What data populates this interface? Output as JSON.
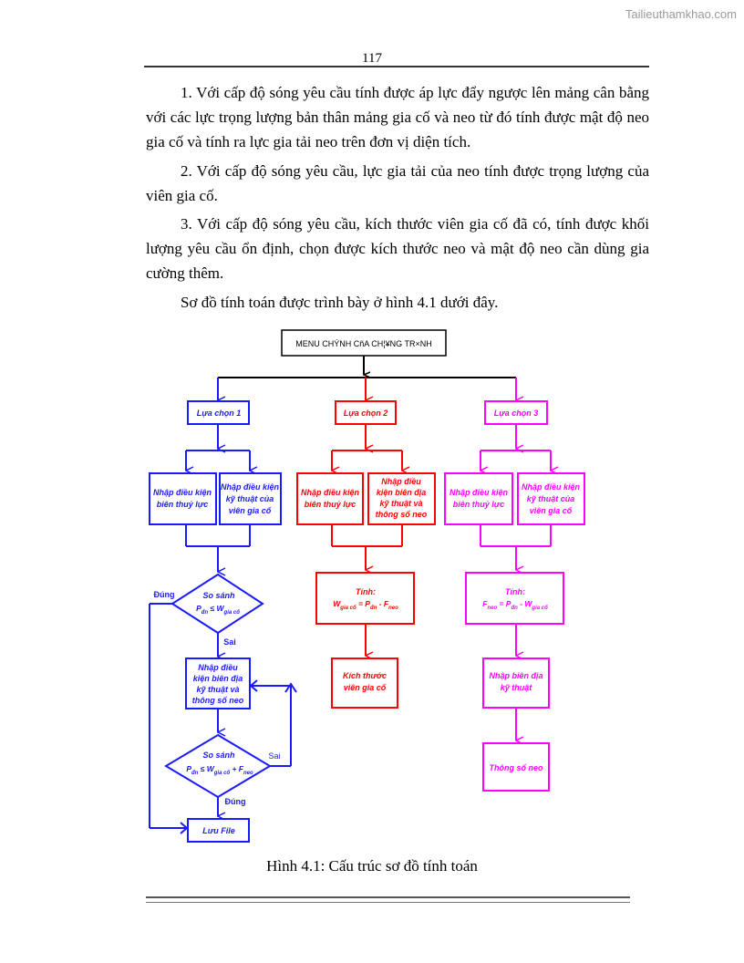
{
  "watermark": "Tailieuthamkhao.com",
  "page_number": "117",
  "paragraphs": [
    "1. Với cấp độ sóng yêu cầu tính được áp lực đẩy ngược lên mảng cân bằng với các lực trọng lượng bản thân mảng gia cố và neo từ đó tính được mật độ neo gia cố và tính ra lực gia tải neo trên đơn vị diện tích.",
    "2. Với cấp độ sóng yêu cầu, lực gia tải của neo tính được trọng lượng của viên gia cố.",
    "3. Với cấp độ sóng yêu cầu, kích thước viên gia cố đã có, tính được khối lượng yêu cầu ổn định, chọn được kích thước neo và mật độ neo cần dùng gia cường thêm.",
    "Sơ đồ tính toán được trình bày ở hình 4.1 dưới đây."
  ],
  "caption": "Hình 4.1: Cấu trúc sơ đồ tính toán",
  "colors": {
    "branch1": "#1a1aff",
    "branch2": "#ff0000",
    "branch3": "#ff00ff",
    "main": "#000000"
  },
  "flowchart": {
    "menu": "MENU CHÝNH CñA CH¦¥NG TR×NH",
    "choice1": "Lựa chọn 1",
    "choice2": "Lựa chọn 2",
    "choice3": "Lựa chọn 3",
    "input_hydro": [
      "Nhập điều kiện",
      "biên thuỷ lực"
    ],
    "input_tech_block": [
      "Nhập điều kiện",
      "kỹ thuật của",
      "viên gia cố"
    ],
    "input_geo_anchor": [
      "Nhập điều",
      "kiện biên địa",
      "kỹ thuật và",
      "thông số neo"
    ],
    "compare1": {
      "title": "So sánh",
      "lhs": "P",
      "lhs_sub": "đn",
      "rhs": "W",
      "rhs_sub": "gia cố"
    },
    "compare2": {
      "title": "So sánh",
      "lhs": "P",
      "lhs_sub": "đn",
      "rhs": "W",
      "rhs_sub": "gia cố",
      "plus": " + F",
      "plus_sub": "neo"
    },
    "label_dung": "Đúng",
    "label_sai": "Sai",
    "save_file": "Lưu File",
    "calc2": {
      "title": "Tính:",
      "formula": [
        "W",
        "gia cố",
        " = P",
        "đn",
        " - F",
        "neo"
      ]
    },
    "result2": [
      "Kích thước",
      "viên gia cố"
    ],
    "calc3": {
      "title": "Tính:",
      "formula": [
        "F",
        "neo",
        " = P",
        "đn",
        " - W",
        "gia cố"
      ]
    },
    "input_geo3": [
      "Nhập biên địa",
      "kỹ thuật"
    ],
    "result3": "Thông số neo"
  }
}
